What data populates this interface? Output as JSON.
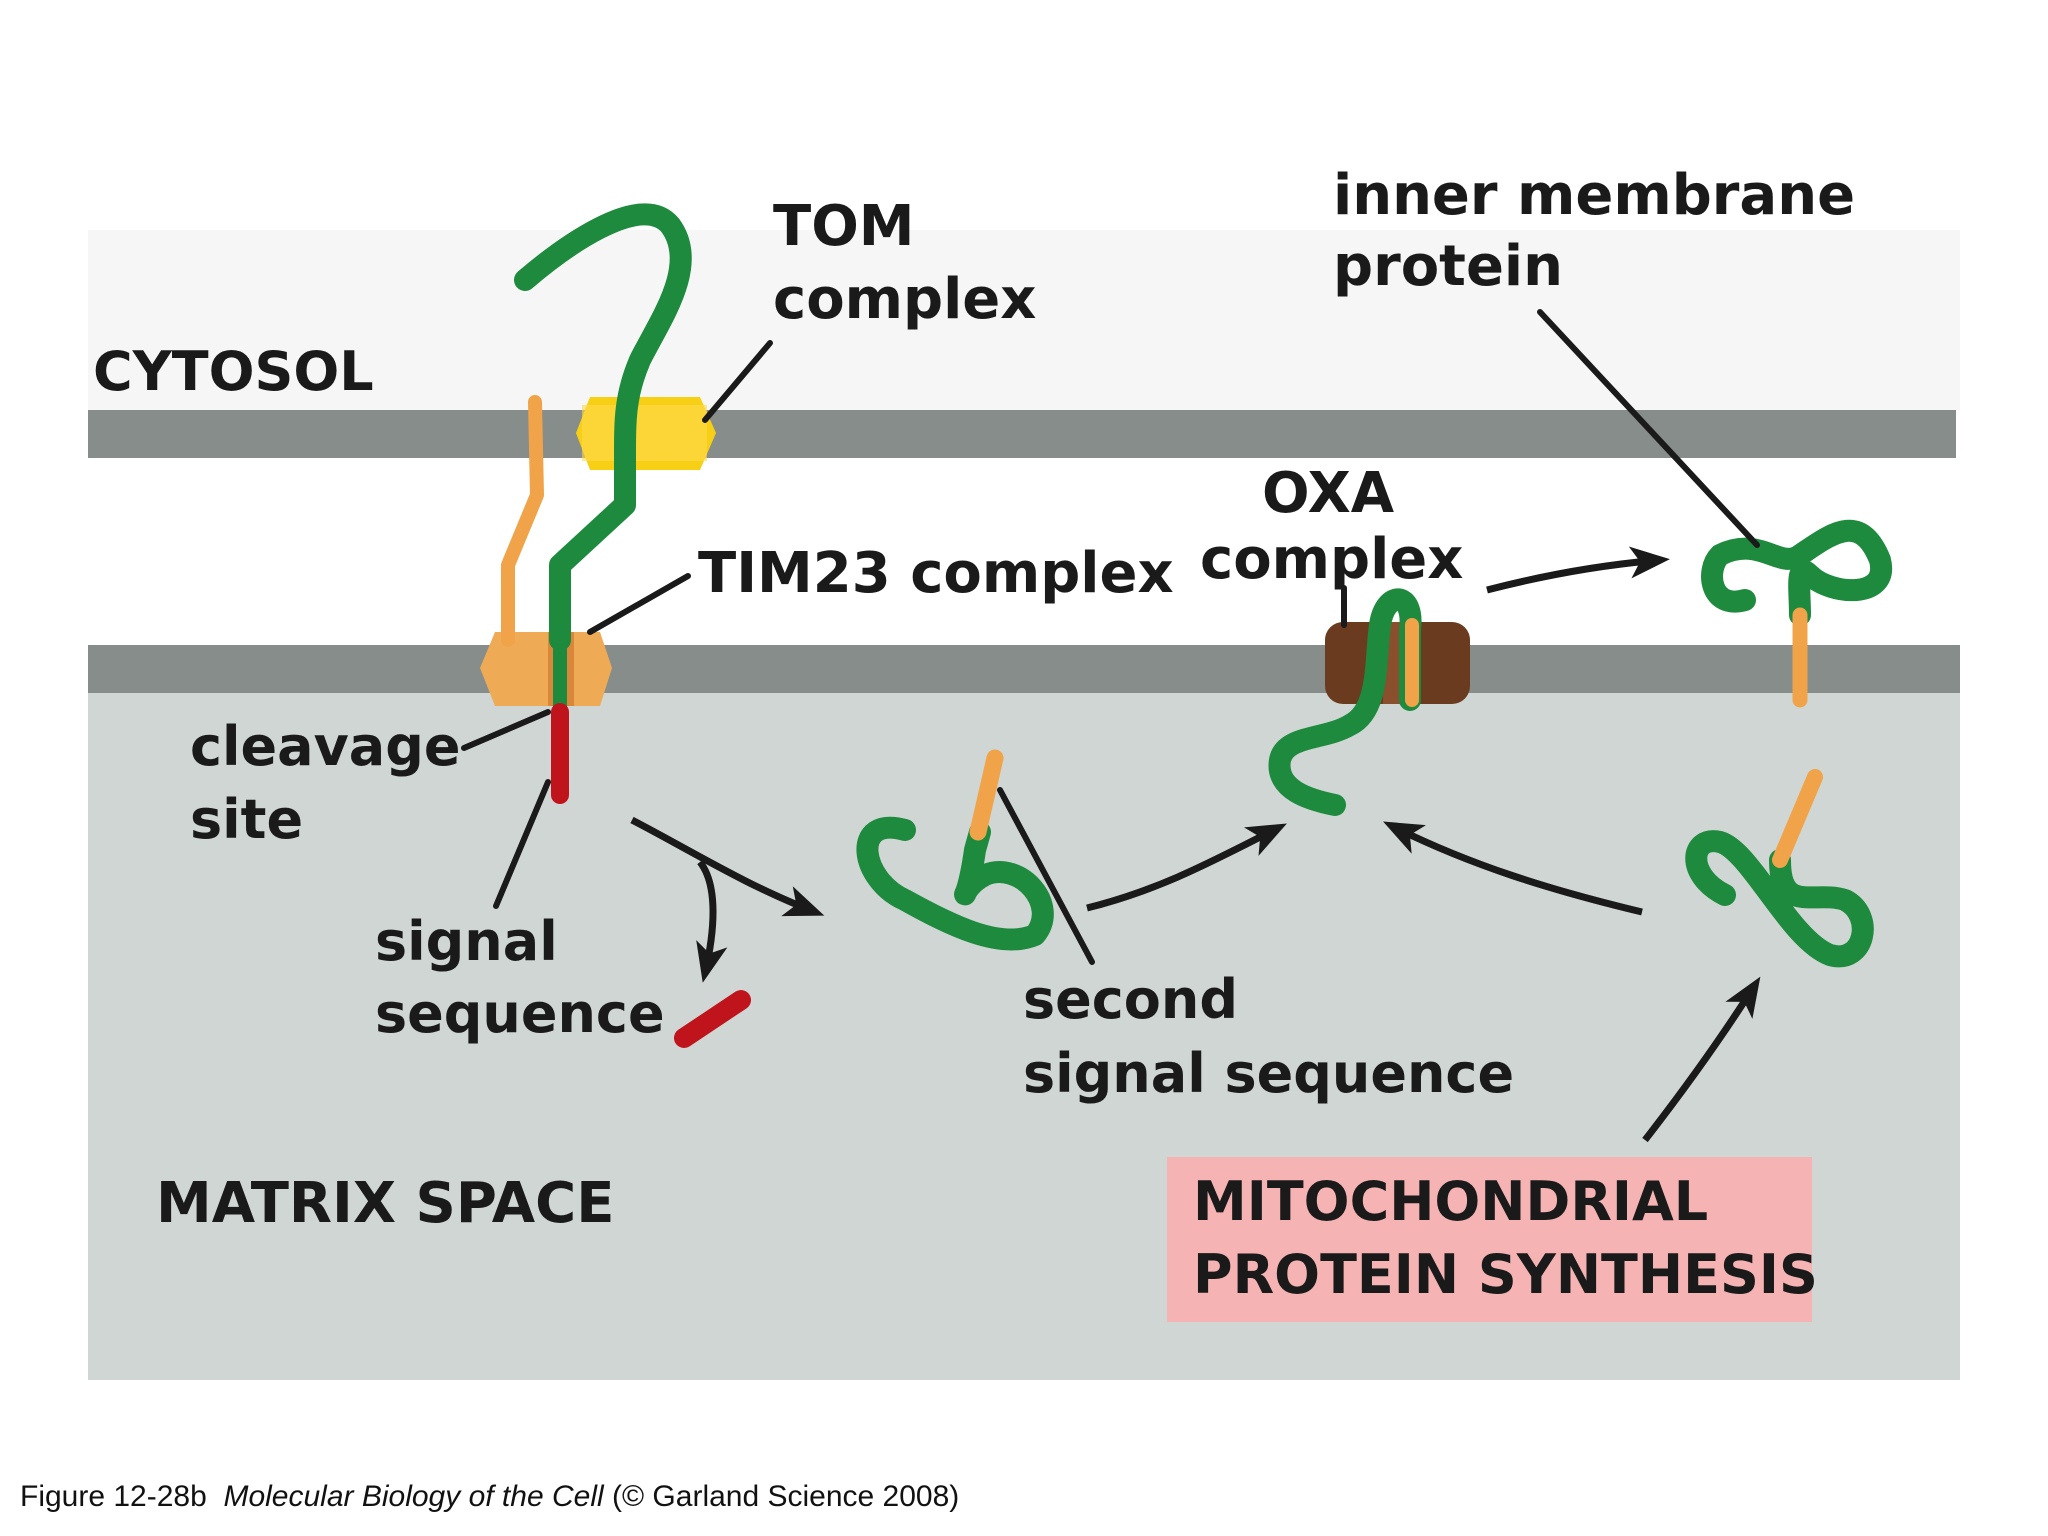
{
  "regions": {
    "cytosol": "CYTOSOL",
    "matrix": "MATRIX SPACE"
  },
  "labels": {
    "tom_line1": "TOM",
    "tom_line2": "complex",
    "tim23": "TIM23 complex",
    "cleavage_line1": "cleavage",
    "cleavage_line2": "site",
    "signal_line1": "signal",
    "signal_line2": "sequence",
    "oxa_line1": "OXA",
    "oxa_line2": "complex",
    "inner_line1": "inner membrane",
    "inner_line2": "protein",
    "second_line1": "second",
    "second_line2": "signal sequence",
    "synth_line1": "MITOCHONDRIAL",
    "synth_line2": "PROTEIN SYNTHESIS"
  },
  "caption": {
    "figure": "Figure 12-28b",
    "book": "Molecular Biology of the Cell",
    "credit": "(© Garland Science 2008)"
  },
  "colors": {
    "membrane": "#868d8a",
    "matrix": "#cfd6d3",
    "intermembrane": "#ffffff",
    "tom_complex": "#f7d016",
    "tim23_complex": "#eeaa55",
    "oxa_complex": "#6b3b20",
    "protein_chain": "#1e8a3e",
    "second_signal": "#f0a348",
    "signal_sequence": "#c0141c",
    "synthesis_box": "#f5b3b3"
  },
  "icons": [
    "protein-chain-icon",
    "signal-peptide-icon",
    "tom-complex-icon",
    "tim23-complex-icon",
    "oxa-complex-icon"
  ]
}
